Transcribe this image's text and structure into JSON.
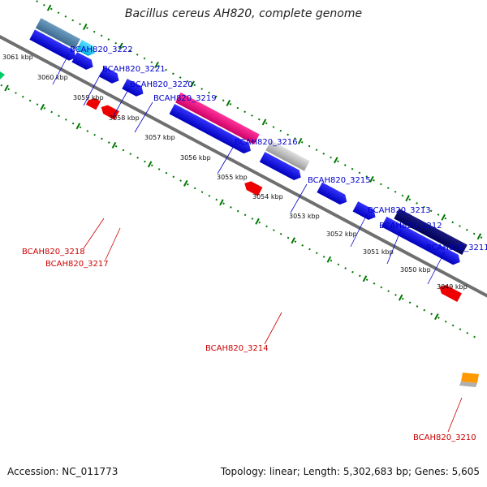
{
  "title": "Bacillus cereus AH820, complete genome",
  "footer": {
    "accession": "Accession: NC_011773",
    "summary": "Topology: linear; Length: 5,302,683 bp; Genes: 5,605"
  },
  "colors": {
    "forward_label": "#0000cc",
    "reverse_label": "#cc0000",
    "backbone": "#777777",
    "tick_green": "#007700"
  },
  "kbp_labels": [
    "3061 kbp",
    "3060 kbp",
    "3059 kbp",
    "3058 kbp",
    "3057 kbp",
    "3056 kbp",
    "3055 kbp",
    "3054 kbp",
    "3053 kbp",
    "3052 kbp",
    "3051 kbp",
    "3050 kbp",
    "3049 kbp"
  ],
  "genes_forward": [
    "BCAH820_3222",
    "BCAH820_3221",
    "BCAH820_3220",
    "BCAH820_3219",
    "BCAH820_3216",
    "BCAH820_3215",
    "BCAH820_3213",
    "BCAH820_3212",
    "BCAH820_3211"
  ],
  "genes_reverse": [
    "BCAH820_3218",
    "BCAH820_3217",
    "BCAH820_3214",
    "BCAH820_3210"
  ]
}
